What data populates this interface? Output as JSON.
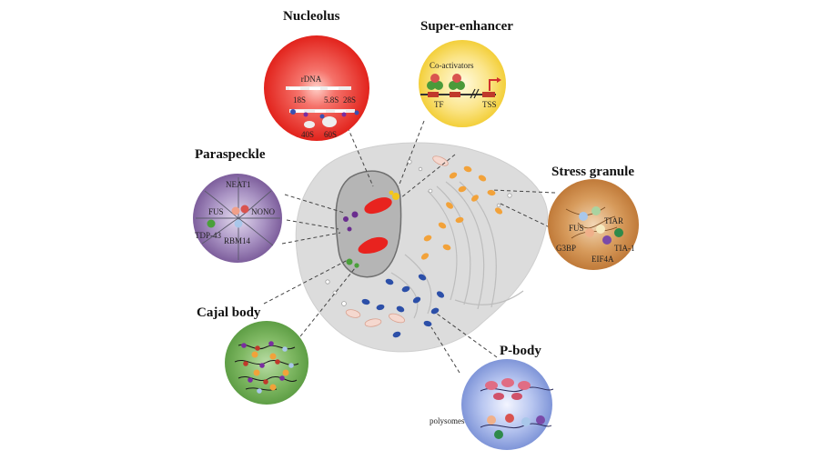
{
  "titles": {
    "nucleolus": "Nucleolus",
    "super_enhancer": "Super-enhancer",
    "paraspeckle": "Paraspeckle",
    "stress_granule": "Stress granule",
    "cajal_body": "Cajal body",
    "p_body": "P-body"
  },
  "nucleolus_labels": {
    "rdna": "rDNA",
    "s18": "18S",
    "s58": "5.8S",
    "s28": "28S",
    "s40": "40S",
    "s60": "60S"
  },
  "super_enhancer_labels": {
    "coactivators": "Co-activators",
    "tf": "TF",
    "tss": "TSS"
  },
  "paraspeckle_labels": {
    "neat1": "NEAT1",
    "fus": "FUS",
    "nono": "NONO",
    "tdp43": "TDP-43",
    "rbm14": "RBM14"
  },
  "stress_granule_labels": {
    "fus": "FUS",
    "tiar": "TIAR",
    "g3bp": "G3BP",
    "tia1": "TIA-1",
    "eif4a": "EIF4A"
  },
  "p_body_labels": {
    "polysomes": "polysomes"
  },
  "colors": {
    "nucleolus": "#e8231f",
    "super_enhancer": "#f6d84a",
    "paraspeckle": "#8a6aa8",
    "stress_granule": "#c98a4a",
    "cajal_body": "#6aa84f",
    "p_body": "#8aa0dc",
    "cell": "#dcdcdc"
  }
}
